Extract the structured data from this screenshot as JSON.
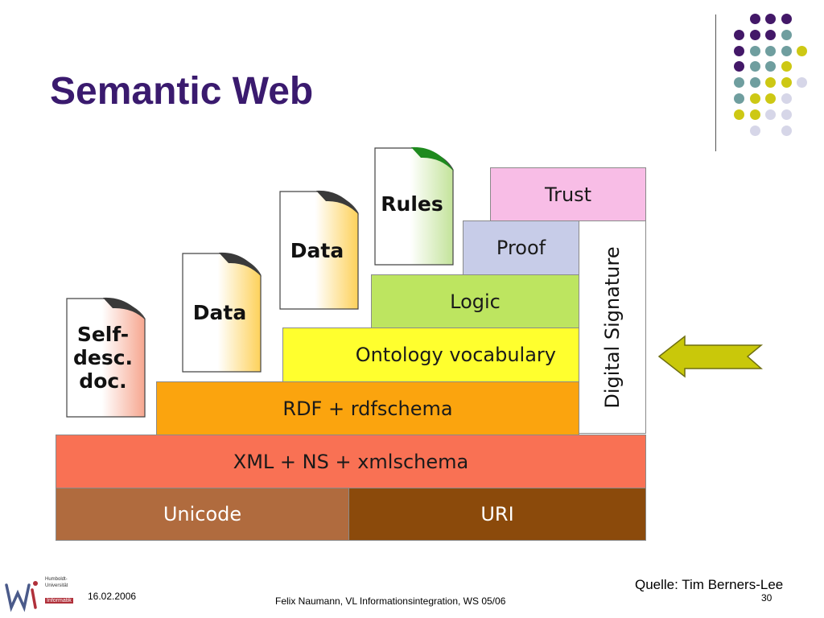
{
  "slide": {
    "title": "Semantic Web",
    "source": "Quelle: Tim Berners-Lee",
    "date": "16.02.2006",
    "footer": "Felix Naumann, VL Informationsintegration, WS 05/06",
    "page_number": "30"
  },
  "logo": {
    "line1": "Humboldt-",
    "line2": "Universität",
    "line3": "Informatik"
  },
  "diagram": {
    "layers": {
      "unicode": "Unicode",
      "uri": "URI",
      "xml": "XML + NS + xmlschema",
      "rdf": "RDF + rdfschema",
      "ontology": "Ontology vocabulary",
      "logic": "Logic",
      "proof": "Proof",
      "trust": "Trust",
      "signature": "Digital Signature"
    },
    "documents": {
      "selfdesc": "Self-\ndesc.\ndoc.",
      "data1": "Data",
      "data2": "Data",
      "rules": "Rules"
    }
  },
  "colors": {
    "title": "#3a1a6e",
    "unicode": "#b06b3e",
    "uri": "#8b4a0b",
    "xml": "#f97154",
    "rdf": "#fba40e",
    "ontology": "#ffff2e",
    "logic": "#bde560",
    "proof": "#c7cce8",
    "trust": "#f8bde6",
    "arrow": "#c9c80a",
    "dot_purple": "#431868",
    "dot_teal": "#6f9e9f",
    "dot_yellow": "#cdc814",
    "dot_lavender": "#d6d6e8"
  },
  "icons": {
    "arrow": "left-arrow-icon",
    "decoration": "dot-grid-decoration"
  }
}
